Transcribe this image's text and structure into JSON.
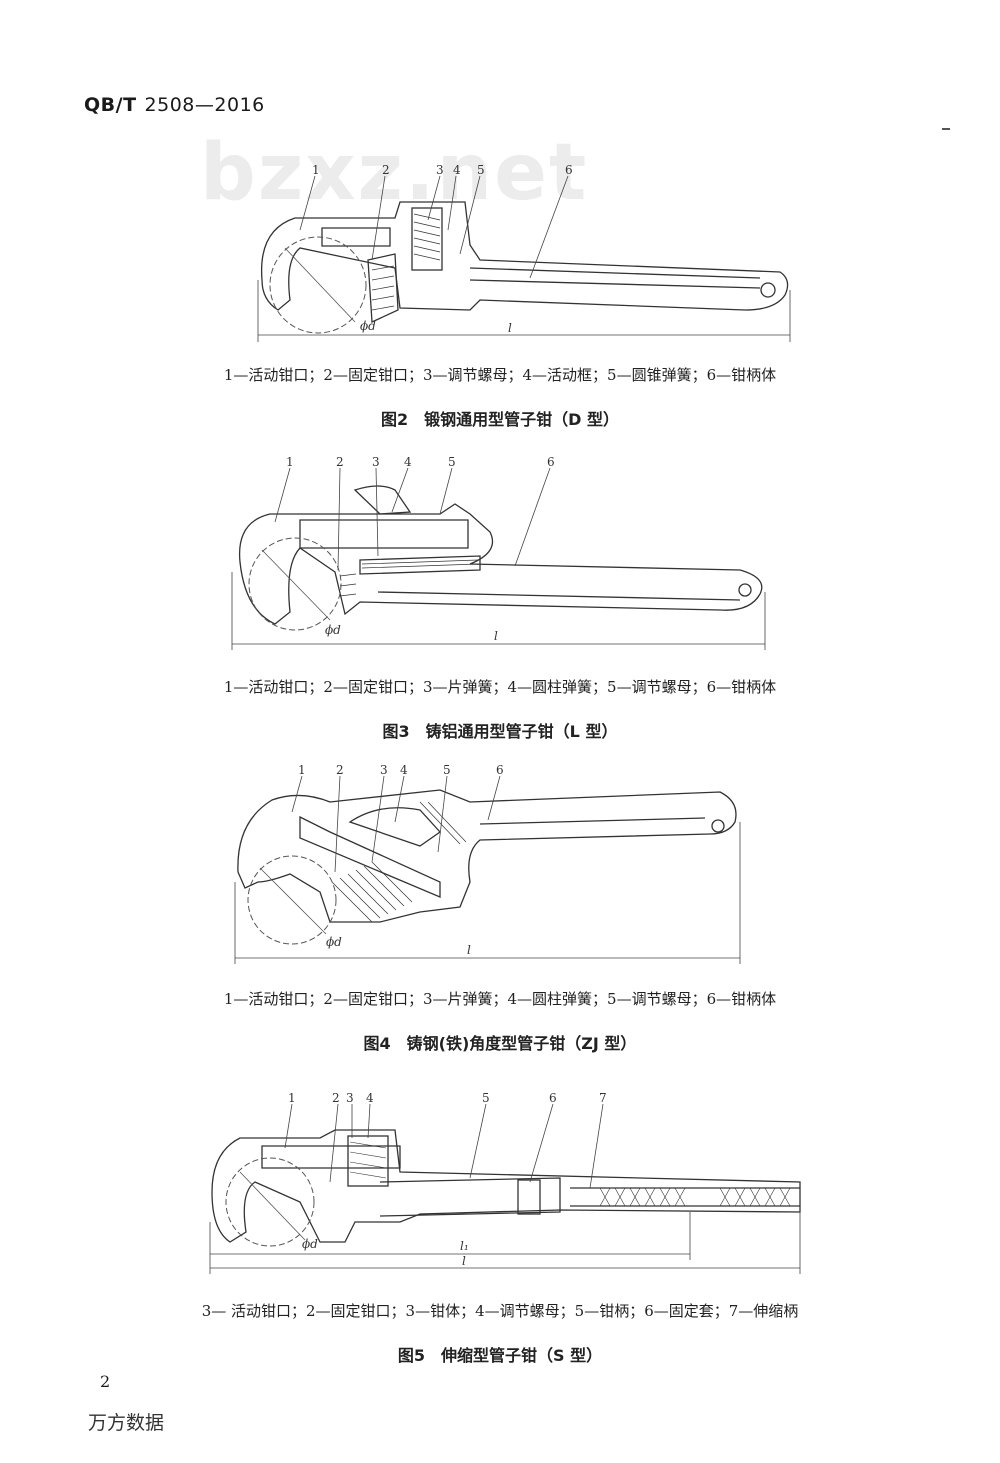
{
  "header": {
    "prefix": "QB/T",
    "standard_no": "2508—2016"
  },
  "watermark": "bzxz.net",
  "figures": [
    {
      "id": "fig2",
      "labels": [
        "1",
        "2",
        "3",
        "4",
        "5",
        "6"
      ],
      "dim_diameter": "ϕd",
      "dim_length": "l",
      "legend": "1—活动钳口；2—固定钳口；3—调节螺母；4—活动框；5—圆锥弹簧；6—钳柄体",
      "caption": "图2　锻钢通用型管子钳（D 型）"
    },
    {
      "id": "fig3",
      "labels": [
        "1",
        "2",
        "3",
        "4",
        "5",
        "6"
      ],
      "dim_diameter": "ϕd",
      "dim_length": "l",
      "legend": "1—活动钳口；2—固定钳口；3—片弹簧；4—圆柱弹簧；5—调节螺母；6—钳柄体",
      "caption": "图3　铸铝通用型管子钳（L 型）"
    },
    {
      "id": "fig4",
      "labels": [
        "1",
        "2",
        "3",
        "4",
        "5",
        "6"
      ],
      "dim_diameter": "ϕd",
      "dim_length": "l",
      "legend": "1—活动钳口；2—固定钳口；3—片弹簧；4—圆柱弹簧；5—调节螺母；6—钳柄体",
      "caption": "图4　铸钢(铁)角度型管子钳（ZJ 型）"
    },
    {
      "id": "fig5",
      "labels": [
        "1",
        "2",
        "3",
        "4",
        "5",
        "6",
        "7"
      ],
      "dim_diameter": "ϕd",
      "dim_length_short": "l₁",
      "dim_length": "l",
      "legend": "3— 活动钳口；2—固定钳口；3—钳体；4—调节螺母；5—钳柄；6—固定套；7—伸缩柄",
      "caption": "图5　伸缩型管子钳（S 型）"
    }
  ],
  "page_number": "2",
  "footer": "万方数据"
}
